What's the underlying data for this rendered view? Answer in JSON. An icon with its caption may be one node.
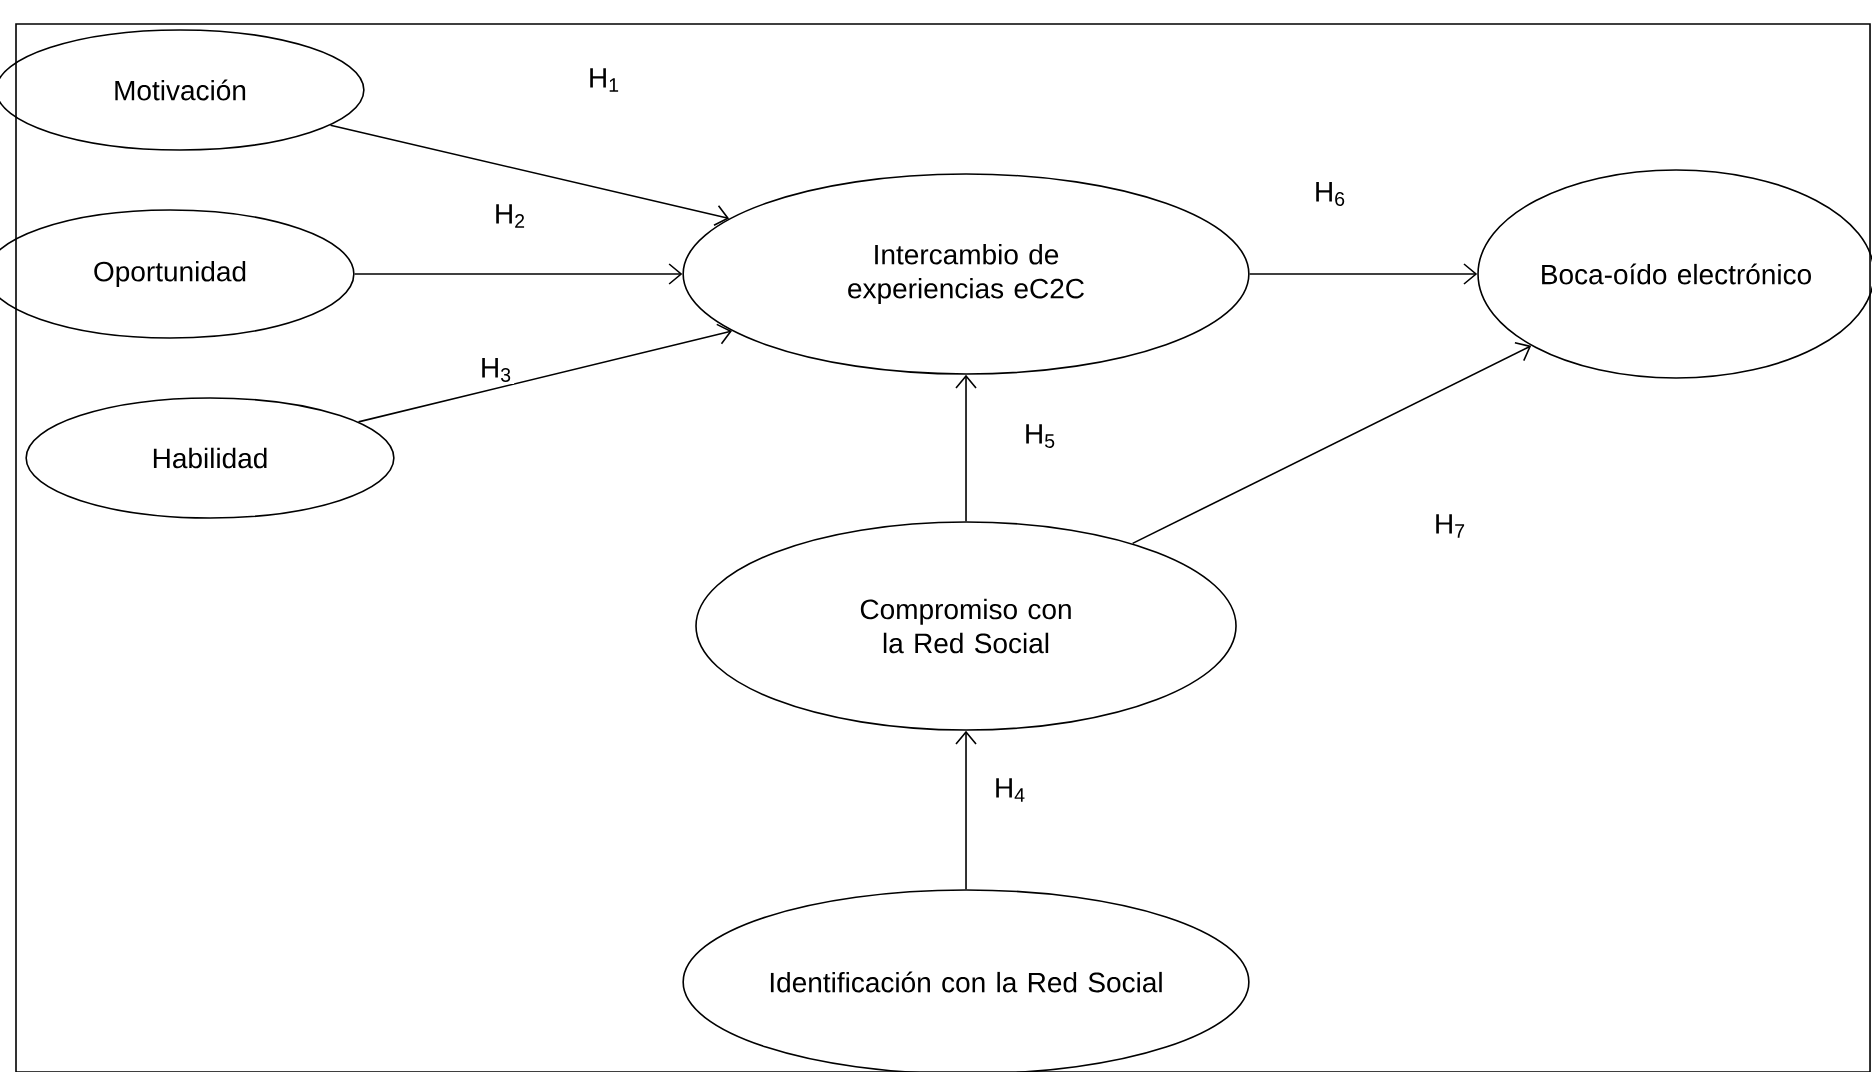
{
  "diagram": {
    "nodes": [
      {
        "text": [
          "Motivación"
        ]
      },
      {
        "text": [
          "Oportunidad"
        ]
      },
      {
        "text": [
          "Habilidad"
        ]
      },
      {
        "text": [
          "Intercambio de experiencias eC2C"
        ]
      },
      {
        "text": [
          "Boca-oído electrónico"
        ]
      },
      {
        "text": [
          "Compromiso con la Red Social"
        ]
      },
      {
        "text": [
          "Identificación con la Red Social"
        ]
      }
    ],
    "edges": [
      {
        "from": 0,
        "to": 3,
        "arrow": "to",
        "label": "H$_{1}$"
      },
      {
        "from": 1,
        "to": 3,
        "arrow": "to",
        "label": "H$_{2}$"
      },
      {
        "from": 2,
        "to": 3,
        "arrow": "to",
        "label": "H$_{3}$"
      },
      {
        "from": 6,
        "to": 5,
        "arrow": "to",
        "label": "H$_{4}$"
      },
      {
        "from": 5,
        "to": 3,
        "arrow": "to",
        "label": "H$_{5}$"
      },
      {
        "from": 3,
        "to": 4,
        "arrow": "to",
        "label": "H$_{6}$"
      },
      {
        "from": 5,
        "to": 4,
        "arrow": "to",
        "label": "H$_{7}$"
      }
    ]
  }
}
